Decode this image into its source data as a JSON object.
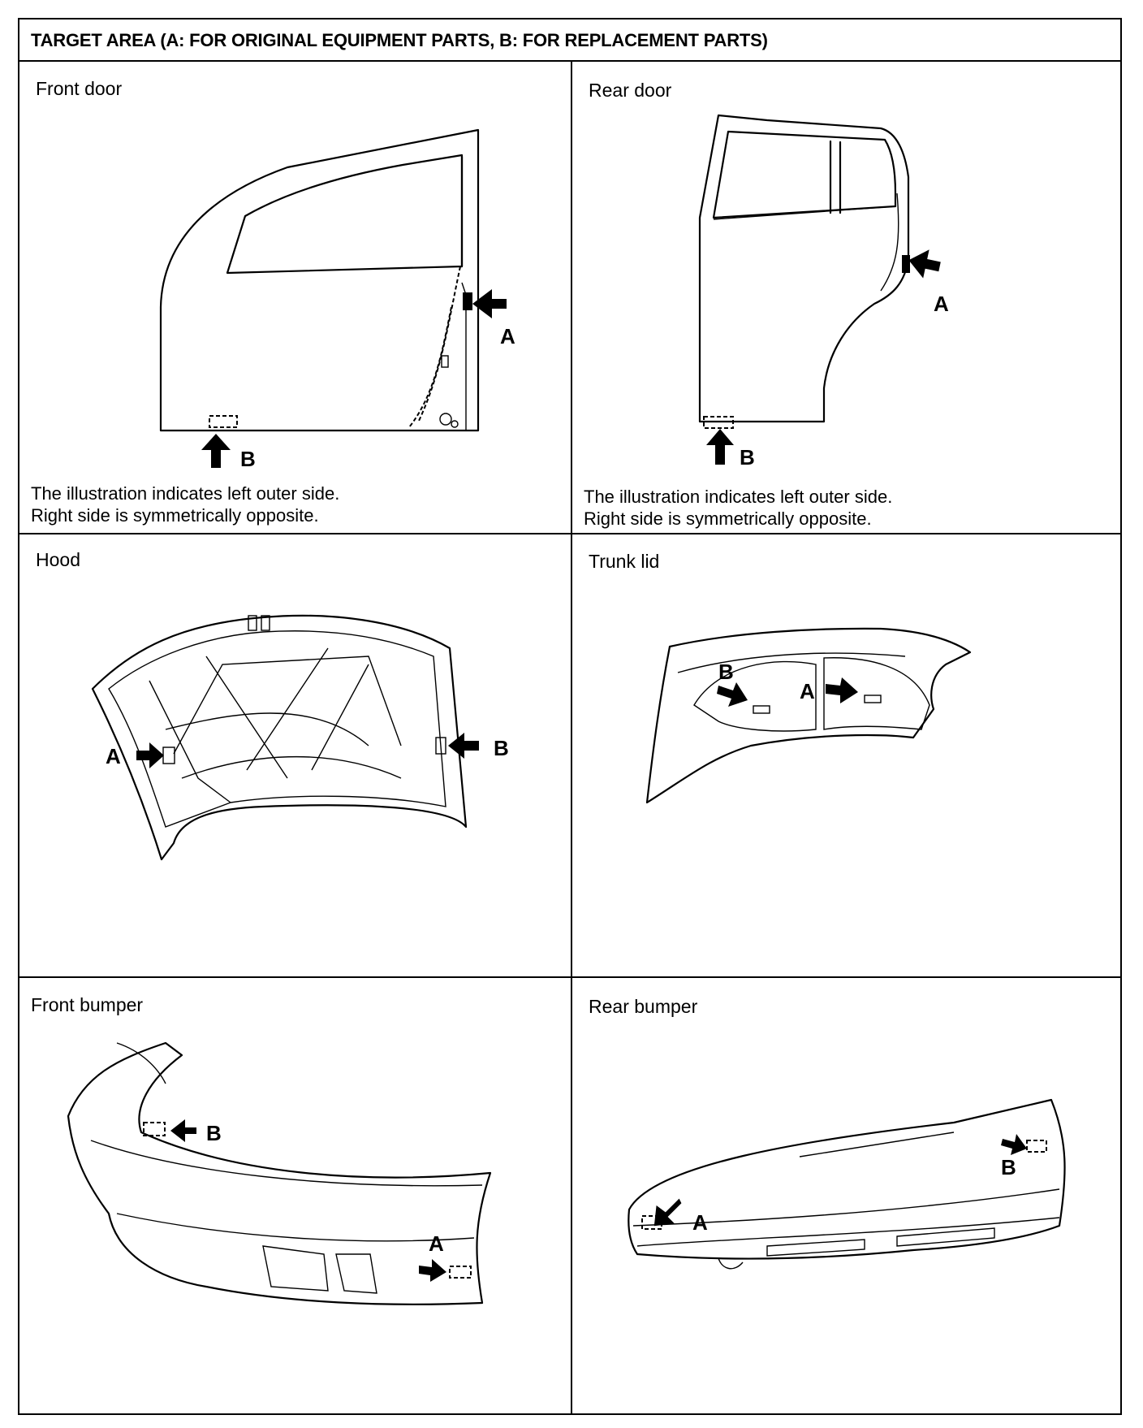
{
  "header": {
    "title": "TARGET AREA (A: FOR ORIGINAL EQUIPMENT PARTS, B: FOR REPLACEMENT PARTS)"
  },
  "panels": [
    {
      "title": "Front door",
      "labels": [
        "A",
        "B"
      ],
      "note": [
        "The illustration indicates left outer side.",
        "Right side is symmetrically opposite."
      ]
    },
    {
      "title": "Rear door",
      "labels": [
        "A",
        "B"
      ],
      "note": [
        "The illustration indicates left outer side.",
        "Right side is symmetrically opposite."
      ]
    },
    {
      "title": "Hood",
      "labels": [
        "A",
        "B"
      ]
    },
    {
      "title": "Trunk lid",
      "labels": [
        "B",
        "A"
      ]
    },
    {
      "title": "Front bumper",
      "labels": [
        "B",
        "A"
      ]
    },
    {
      "title": "Rear bumper",
      "labels": [
        "B",
        "A"
      ]
    }
  ]
}
